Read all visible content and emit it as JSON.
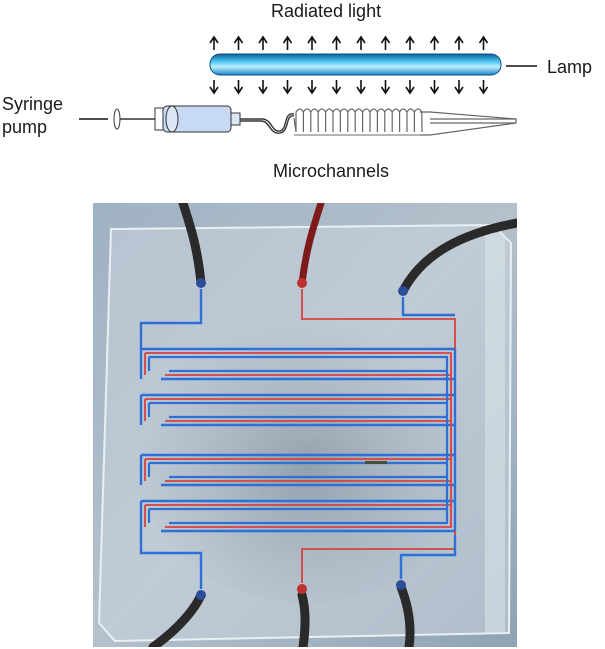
{
  "labels": {
    "radiated_light": "Radiated light",
    "lamp": "Lamp",
    "syringe_pump_line1": "Syringe",
    "syringe_pump_line2": "pump",
    "microchannels": "Microchannels"
  },
  "colors": {
    "lamp_light": "#9fe6ff",
    "lamp_dark": "#1c8fd0",
    "syringe_fill": "#c7d9f3",
    "channel_blue": "#2f6fd8",
    "channel_red": "#d8423c",
    "tube_dark": "#2a2a2a",
    "tube_red": "#8a1e1e",
    "chip_bg": "#a8b8c6"
  },
  "icons": {
    "lamp": "lamp-tube-icon",
    "arrow": "light-arrow-icon",
    "syringe": "syringe-icon",
    "coil": "serpentine-coil-icon"
  }
}
